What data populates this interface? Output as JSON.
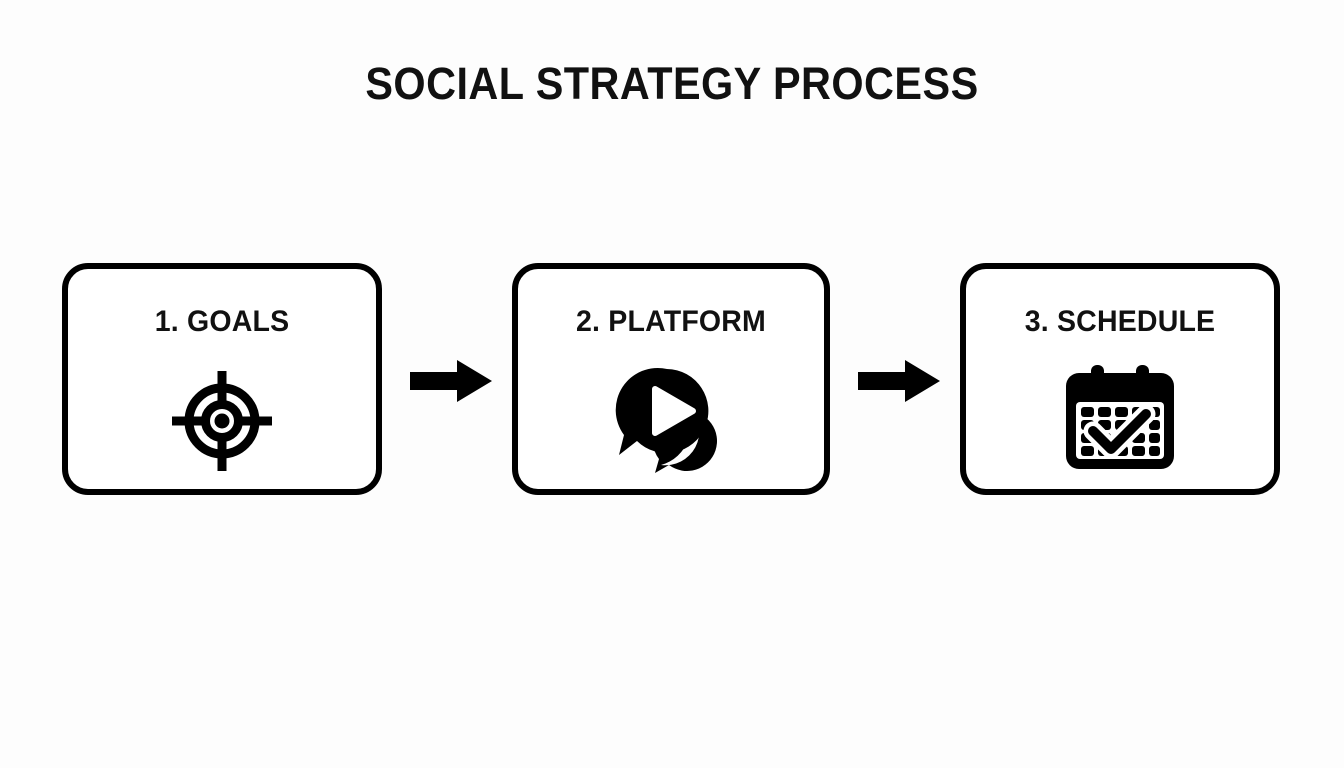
{
  "page": {
    "title": "SOCIAL STRATEGY PROCESS",
    "background_color": "#fdfdfd",
    "ink_color": "#000000",
    "text_color": "#111111"
  },
  "diagram": {
    "type": "process-flow",
    "orientation": "horizontal",
    "step_count": 3,
    "connector": "arrow-right",
    "steps": [
      {
        "label": "1. GOALS",
        "number": "1.",
        "name": "GOALS",
        "icon": "crosshair-target-icon"
      },
      {
        "label": "2. PLATFORM",
        "number": "2.",
        "name": "PLATFORM",
        "icon": "video-speech-bubble-icon"
      },
      {
        "label": "3. SCHEDULE",
        "number": "3.",
        "name": "SCHEDULE",
        "icon": "calendar-check-icon"
      }
    ],
    "arrows": [
      {
        "name": "arrow-step1-to-step2",
        "direction": "right"
      },
      {
        "name": "arrow-step2-to-step3",
        "direction": "right"
      }
    ]
  }
}
